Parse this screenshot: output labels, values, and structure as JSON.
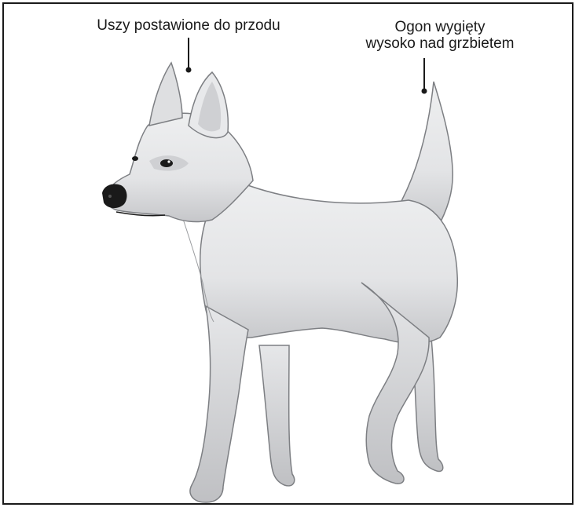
{
  "annotations": {
    "ears": "Uszy postawione do przodu",
    "tail_line1": "Ogon wygięty",
    "tail_line2": "wysoko nad grzbietem"
  },
  "colors": {
    "fur": "#e6e7e9",
    "fur_shadow": "#c9cacd",
    "outline": "#7d7f83",
    "ink": "#1a1a1a",
    "inner_ear": "#cfd0d3"
  }
}
